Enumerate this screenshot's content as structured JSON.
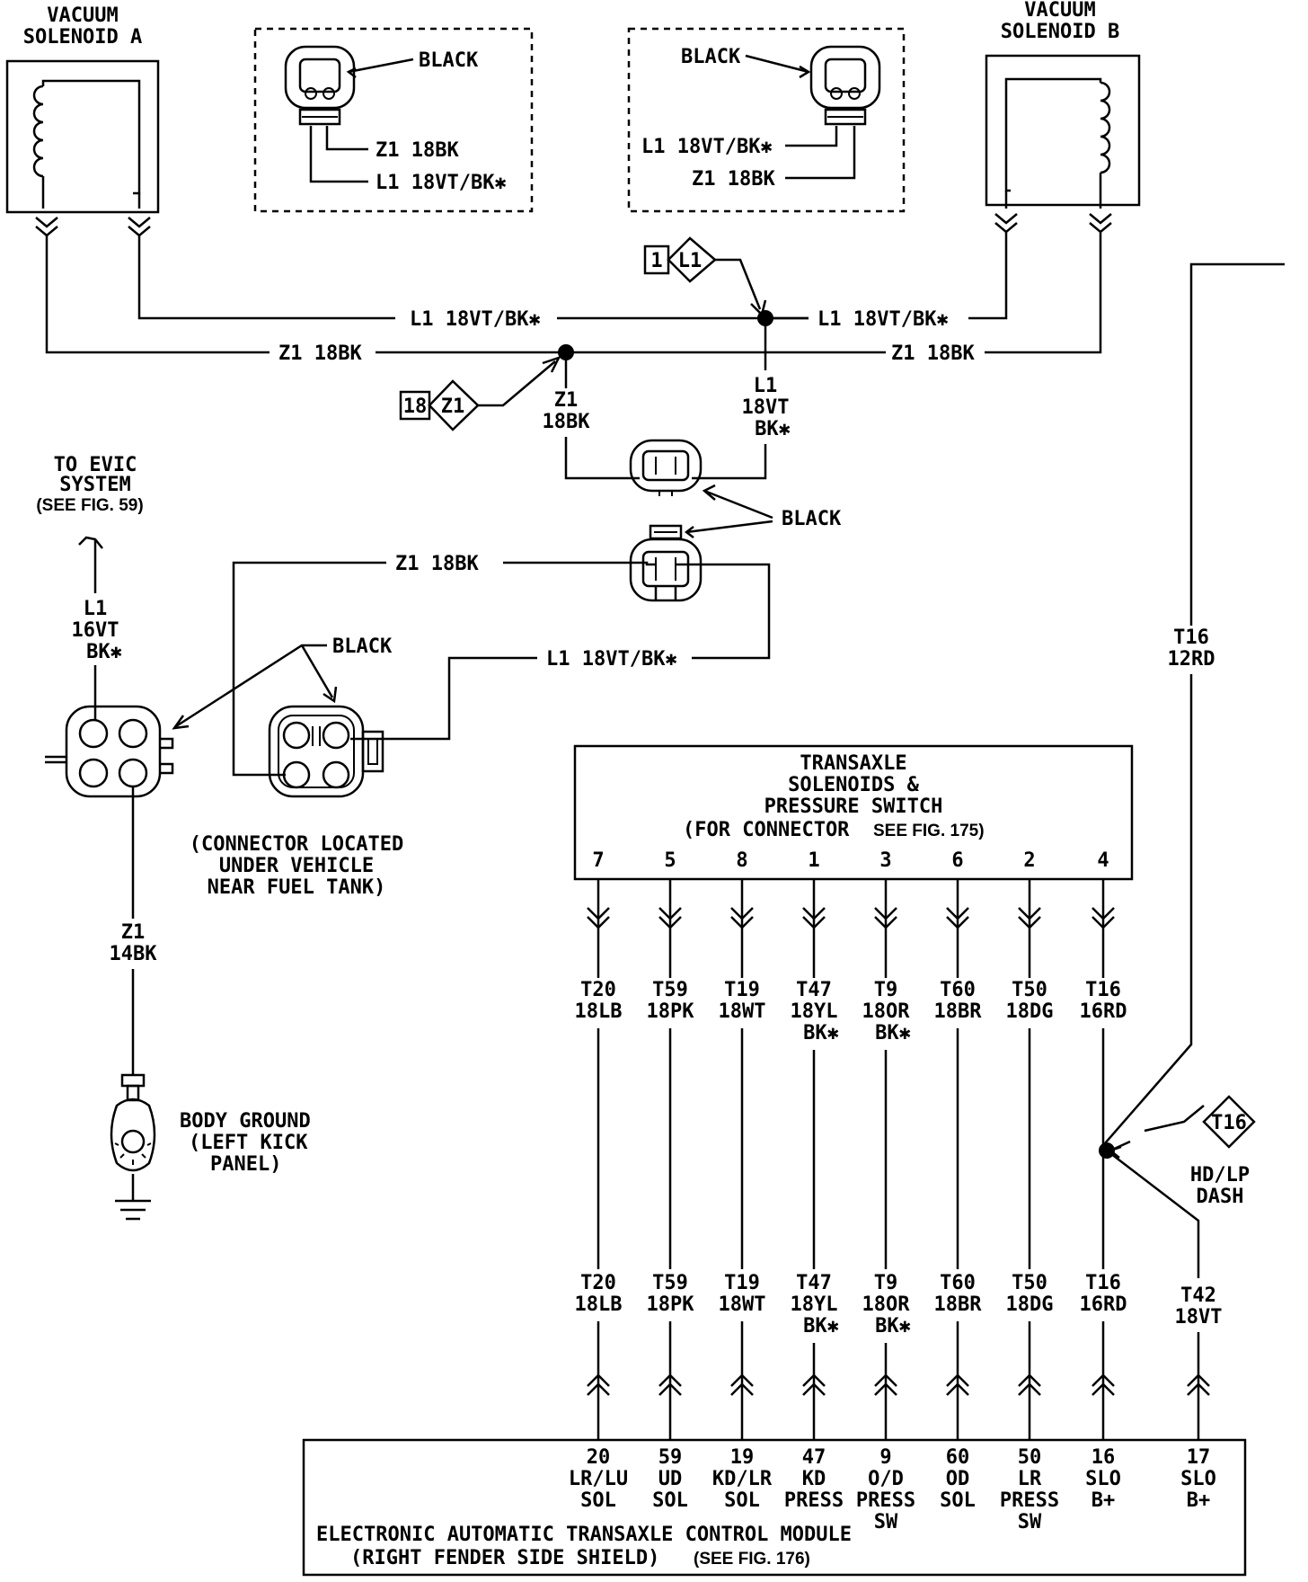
{
  "vacuum_solenoid_a": [
    "VACUUM",
    "SOLENOID A"
  ],
  "vacuum_solenoid_b": [
    "VACUUM",
    "SOLENOID B"
  ],
  "connector_inset_left": {
    "color": "BLACK",
    "wire1": "Z1  18BK",
    "wire2": "L1  18VT/BK✱"
  },
  "connector_inset_right": {
    "color": "BLACK",
    "wire1": "L1  18VT/BK✱",
    "wire2": "Z1  18BK"
  },
  "top_wires": {
    "l1_left": "L1  18VT/BK✱",
    "l1_right": "L1  18VT/BK✱",
    "z1_left": "Z1  18BK",
    "z1_right": "Z1  18BK"
  },
  "ref_l1": {
    "num": "1",
    "circuit": "L1"
  },
  "ref_z1": {
    "num": "18",
    "circuit": "Z1"
  },
  "mid_labels": {
    "z1_drop": [
      "Z1",
      "18BK"
    ],
    "l1_drop": [
      "L1",
      "18VT",
      "BK✱"
    ],
    "black": "BLACK",
    "z1_loop": "Z1  18BK",
    "l1_loop": "L1  18VT/BK✱",
    "black_left": "BLACK"
  },
  "to_evic": [
    "TO EVIC",
    "SYSTEM",
    "(SEE FIG. 59)"
  ],
  "l1_evic": [
    "L1",
    "16VT",
    "BK✱"
  ],
  "connector_note": [
    "(CONNECTOR LOCATED",
    "UNDER VEHICLE",
    "NEAR FUEL TANK)"
  ],
  "z1_ground": [
    "Z1",
    "14BK"
  ],
  "body_ground": [
    "BODY GROUND",
    "(LEFT KICK",
    "PANEL)"
  ],
  "t16_feed": [
    "T16",
    "12RD"
  ],
  "transaxle": {
    "lines": [
      "TRANSAXLE",
      "SOLENOIDS &",
      "PRESSURE SWITCH"
    ],
    "note_a": "(FOR CONNECTOR",
    "note_b": "SEE FIG. 175)",
    "pins": [
      "7",
      "5",
      "8",
      "1",
      "3",
      "6",
      "2",
      "4"
    ]
  },
  "wires": [
    {
      "top": [
        "T20",
        "18LB"
      ],
      "bottom": [
        "T20",
        "18LB"
      ]
    },
    {
      "top": [
        "T59",
        "18PK"
      ],
      "bottom": [
        "T59",
        "18PK"
      ]
    },
    {
      "top": [
        "T19",
        "18WT"
      ],
      "bottom": [
        "T19",
        "18WT"
      ]
    },
    {
      "top": [
        "T47",
        "18YL",
        "BK✱"
      ],
      "bottom": [
        "T47",
        "18YL",
        "BK✱"
      ]
    },
    {
      "top": [
        "T9",
        "18OR",
        "BK✱"
      ],
      "bottom": [
        "T9",
        "18OR",
        "BK✱"
      ]
    },
    {
      "top": [
        "T60",
        "18BR"
      ],
      "bottom": [
        "T60",
        "18BR"
      ]
    },
    {
      "top": [
        "T50",
        "18DG"
      ],
      "bottom": [
        "T50",
        "18DG"
      ]
    },
    {
      "top": [
        "T16",
        "16RD"
      ],
      "bottom": [
        "T16",
        "16RD"
      ]
    }
  ],
  "t42": [
    "T42",
    "18VT"
  ],
  "ref_t16": "T16",
  "hdlp": [
    "HD/LP",
    "DASH"
  ],
  "module_pins": [
    [
      "20",
      "LR/LU",
      "SOL"
    ],
    [
      "59",
      "UD",
      "SOL"
    ],
    [
      "19",
      "KD/LR",
      "SOL"
    ],
    [
      "47",
      "KD",
      "PRESS"
    ],
    [
      "9",
      "O/D",
      "PRESS",
      "SW"
    ],
    [
      "60",
      "OD",
      "SOL"
    ],
    [
      "50",
      "LR",
      "PRESS",
      "SW"
    ],
    [
      "16",
      "SLO",
      "B+"
    ],
    [
      "17",
      "SLO",
      "B+"
    ]
  ],
  "module": {
    "line1": "ELECTRONIC AUTOMATIC TRANSAXLE CONTROL MODULE",
    "line2": "(RIGHT FENDER SIDE SHIELD)",
    "fig": "(SEE FIG. 176)"
  }
}
